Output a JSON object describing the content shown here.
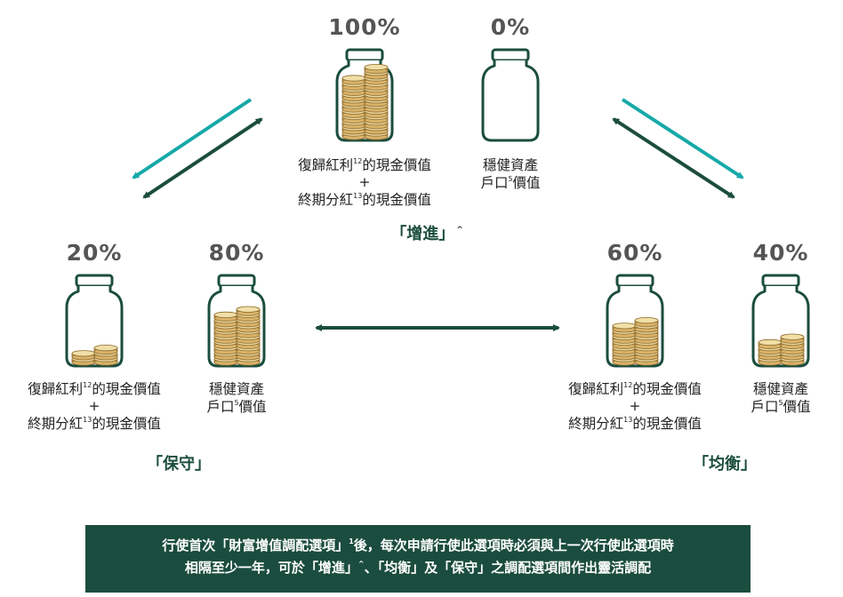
{
  "growth": {
    "cash_pct": "100%",
    "safe_pct": "0%",
    "cash_label_line1": "復歸紅利",
    "cash_label_sup1": "12",
    "cash_label_line1_tail": "的現金價值",
    "plus": "+",
    "cash_label_line2": "終期分紅",
    "cash_label_sup2": "13",
    "cash_label_line2_tail": "的現金價值",
    "safe_label_line1": "穩健資產",
    "safe_label_line2": "戶口",
    "safe_label_sup": "5",
    "safe_label_line2_tail": "價值",
    "name": "「增進」",
    "name_mark": "^",
    "cash_fill": 1.0
  },
  "conservative": {
    "cash_pct": "20%",
    "safe_pct": "80%",
    "cash_label_line1": "復歸紅利",
    "cash_label_sup1": "12",
    "cash_label_line1_tail": "的現金價值",
    "plus": "+",
    "cash_label_line2": "終期分紅",
    "cash_label_sup2": "13",
    "cash_label_line2_tail": "的現金價值",
    "safe_label_line1": "穩健資產",
    "safe_label_line2": "戶口",
    "safe_label_sup": "5",
    "safe_label_line2_tail": "價值",
    "name": "「保守」",
    "cash_fill": 0.2,
    "safe_fill": 0.8
  },
  "balanced": {
    "cash_pct": "60%",
    "safe_pct": "40%",
    "cash_label_line1": "復歸紅利",
    "cash_label_sup1": "12",
    "cash_label_line1_tail": "的現金價值",
    "plus": "+",
    "cash_label_line2": "終期分紅",
    "cash_label_sup2": "13",
    "cash_label_line2_tail": "的現金價值",
    "safe_label_line1": "穩健資產",
    "safe_label_line2": "戶口",
    "safe_label_sup": "5",
    "safe_label_line2_tail": "價值",
    "name": "「均衡」",
    "cash_fill": 0.6,
    "safe_fill": 0.4
  },
  "banner": {
    "line1_a": "行使首次「財富增值調配選項」",
    "line1_sup": "1",
    "line1_b": "後，每次申請行使此選項時必須與上一次行使此選項時",
    "line2_a": "相隔至少一年，可於「增進」",
    "line2_sup": "^",
    "line2_b": "、「均衡」及「保守」之調配選項間作出靈活調配"
  },
  "colors": {
    "dark_green": "#1b4d3e",
    "teal": "#17a9a9",
    "gold": "#d9b26a",
    "gold_light": "#f1dfa8",
    "pct_gray": "#555555"
  }
}
